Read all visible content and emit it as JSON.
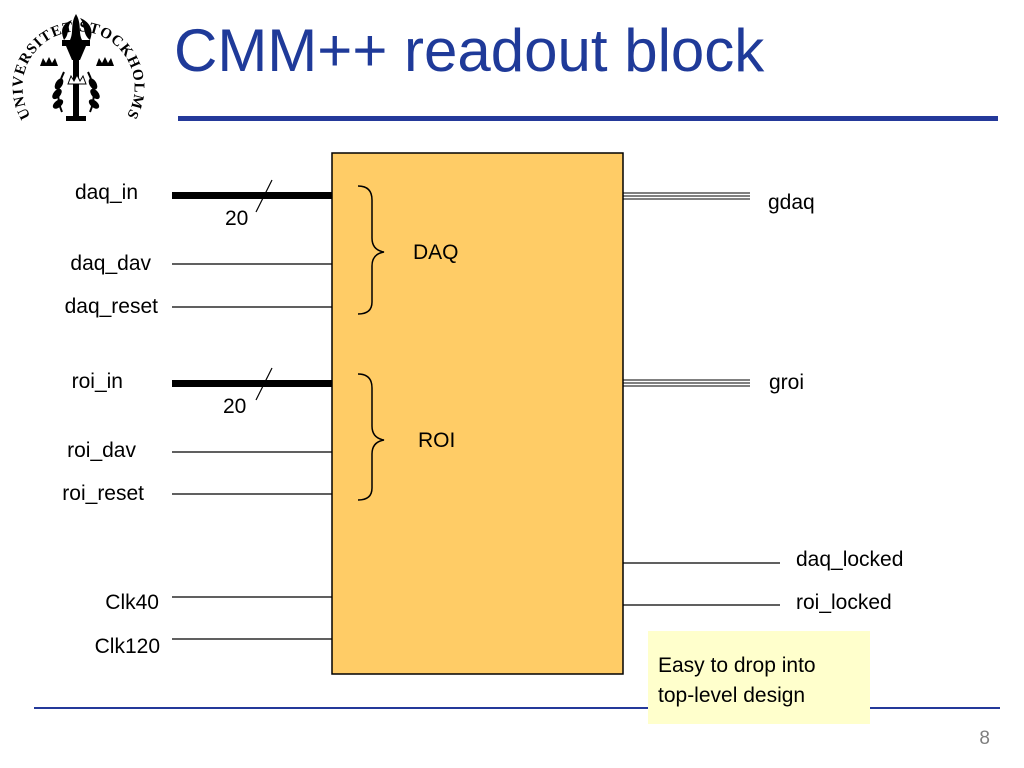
{
  "slide": {
    "title": "CMM++ readout block",
    "page_number": "8"
  },
  "logo": {
    "text": "UNIVERSITET STOCKHOLMS"
  },
  "block": {
    "groups": [
      {
        "label": "DAQ"
      },
      {
        "label": "ROI"
      }
    ]
  },
  "inputs": [
    {
      "name": "daq_in",
      "bus_width": "20"
    },
    {
      "name": "daq_dav"
    },
    {
      "name": "daq_reset"
    },
    {
      "name": "roi_in",
      "bus_width": "20"
    },
    {
      "name": "roi_dav"
    },
    {
      "name": "roi_reset"
    },
    {
      "name": "Clk40"
    },
    {
      "name": "Clk120"
    }
  ],
  "outputs": [
    {
      "name": "gdaq"
    },
    {
      "name": "groi"
    },
    {
      "name": "daq_locked"
    },
    {
      "name": "roi_locked"
    }
  ],
  "note": {
    "line1": "Easy to drop into",
    "line2": "top-level design"
  },
  "colors": {
    "title": "#1f3a99",
    "divider": "#24399a",
    "block_fill": "#ffcc66",
    "note_fill": "#ffffcc"
  }
}
